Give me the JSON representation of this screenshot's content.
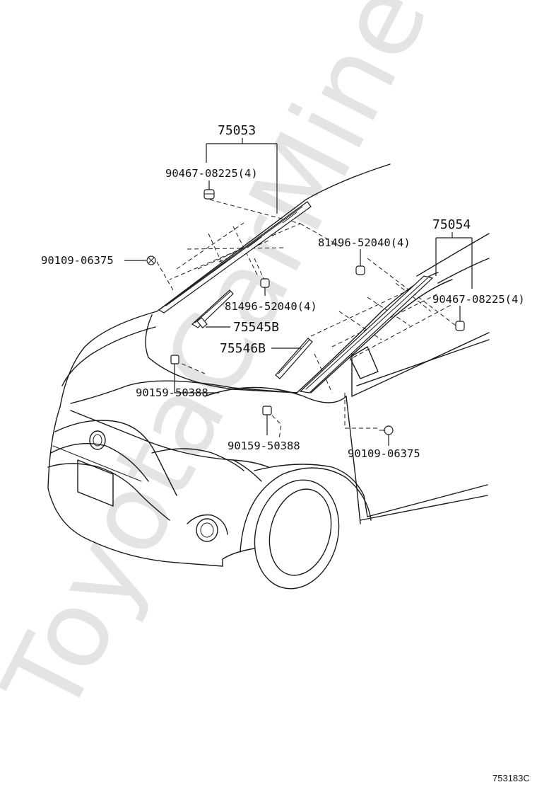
{
  "watermark": "ToyotaCarMine.ru",
  "callouts": {
    "wiper_kit_left": "75053",
    "wiper_kit_right": "75054",
    "clip_top_left": "90467-08225(4)",
    "clip_right": "90467-08225(4)",
    "screw_left": "90109-06375",
    "screw_right": "90109-06375",
    "retainer_top": "81496-52040(4)",
    "retainer_mid": "81496-52040(4)",
    "molding_75545": "75545B",
    "molding_75546": "75546B",
    "bolt_left": "90159-50388",
    "bolt_center": "90159-50388"
  },
  "figure_code": "753183C"
}
